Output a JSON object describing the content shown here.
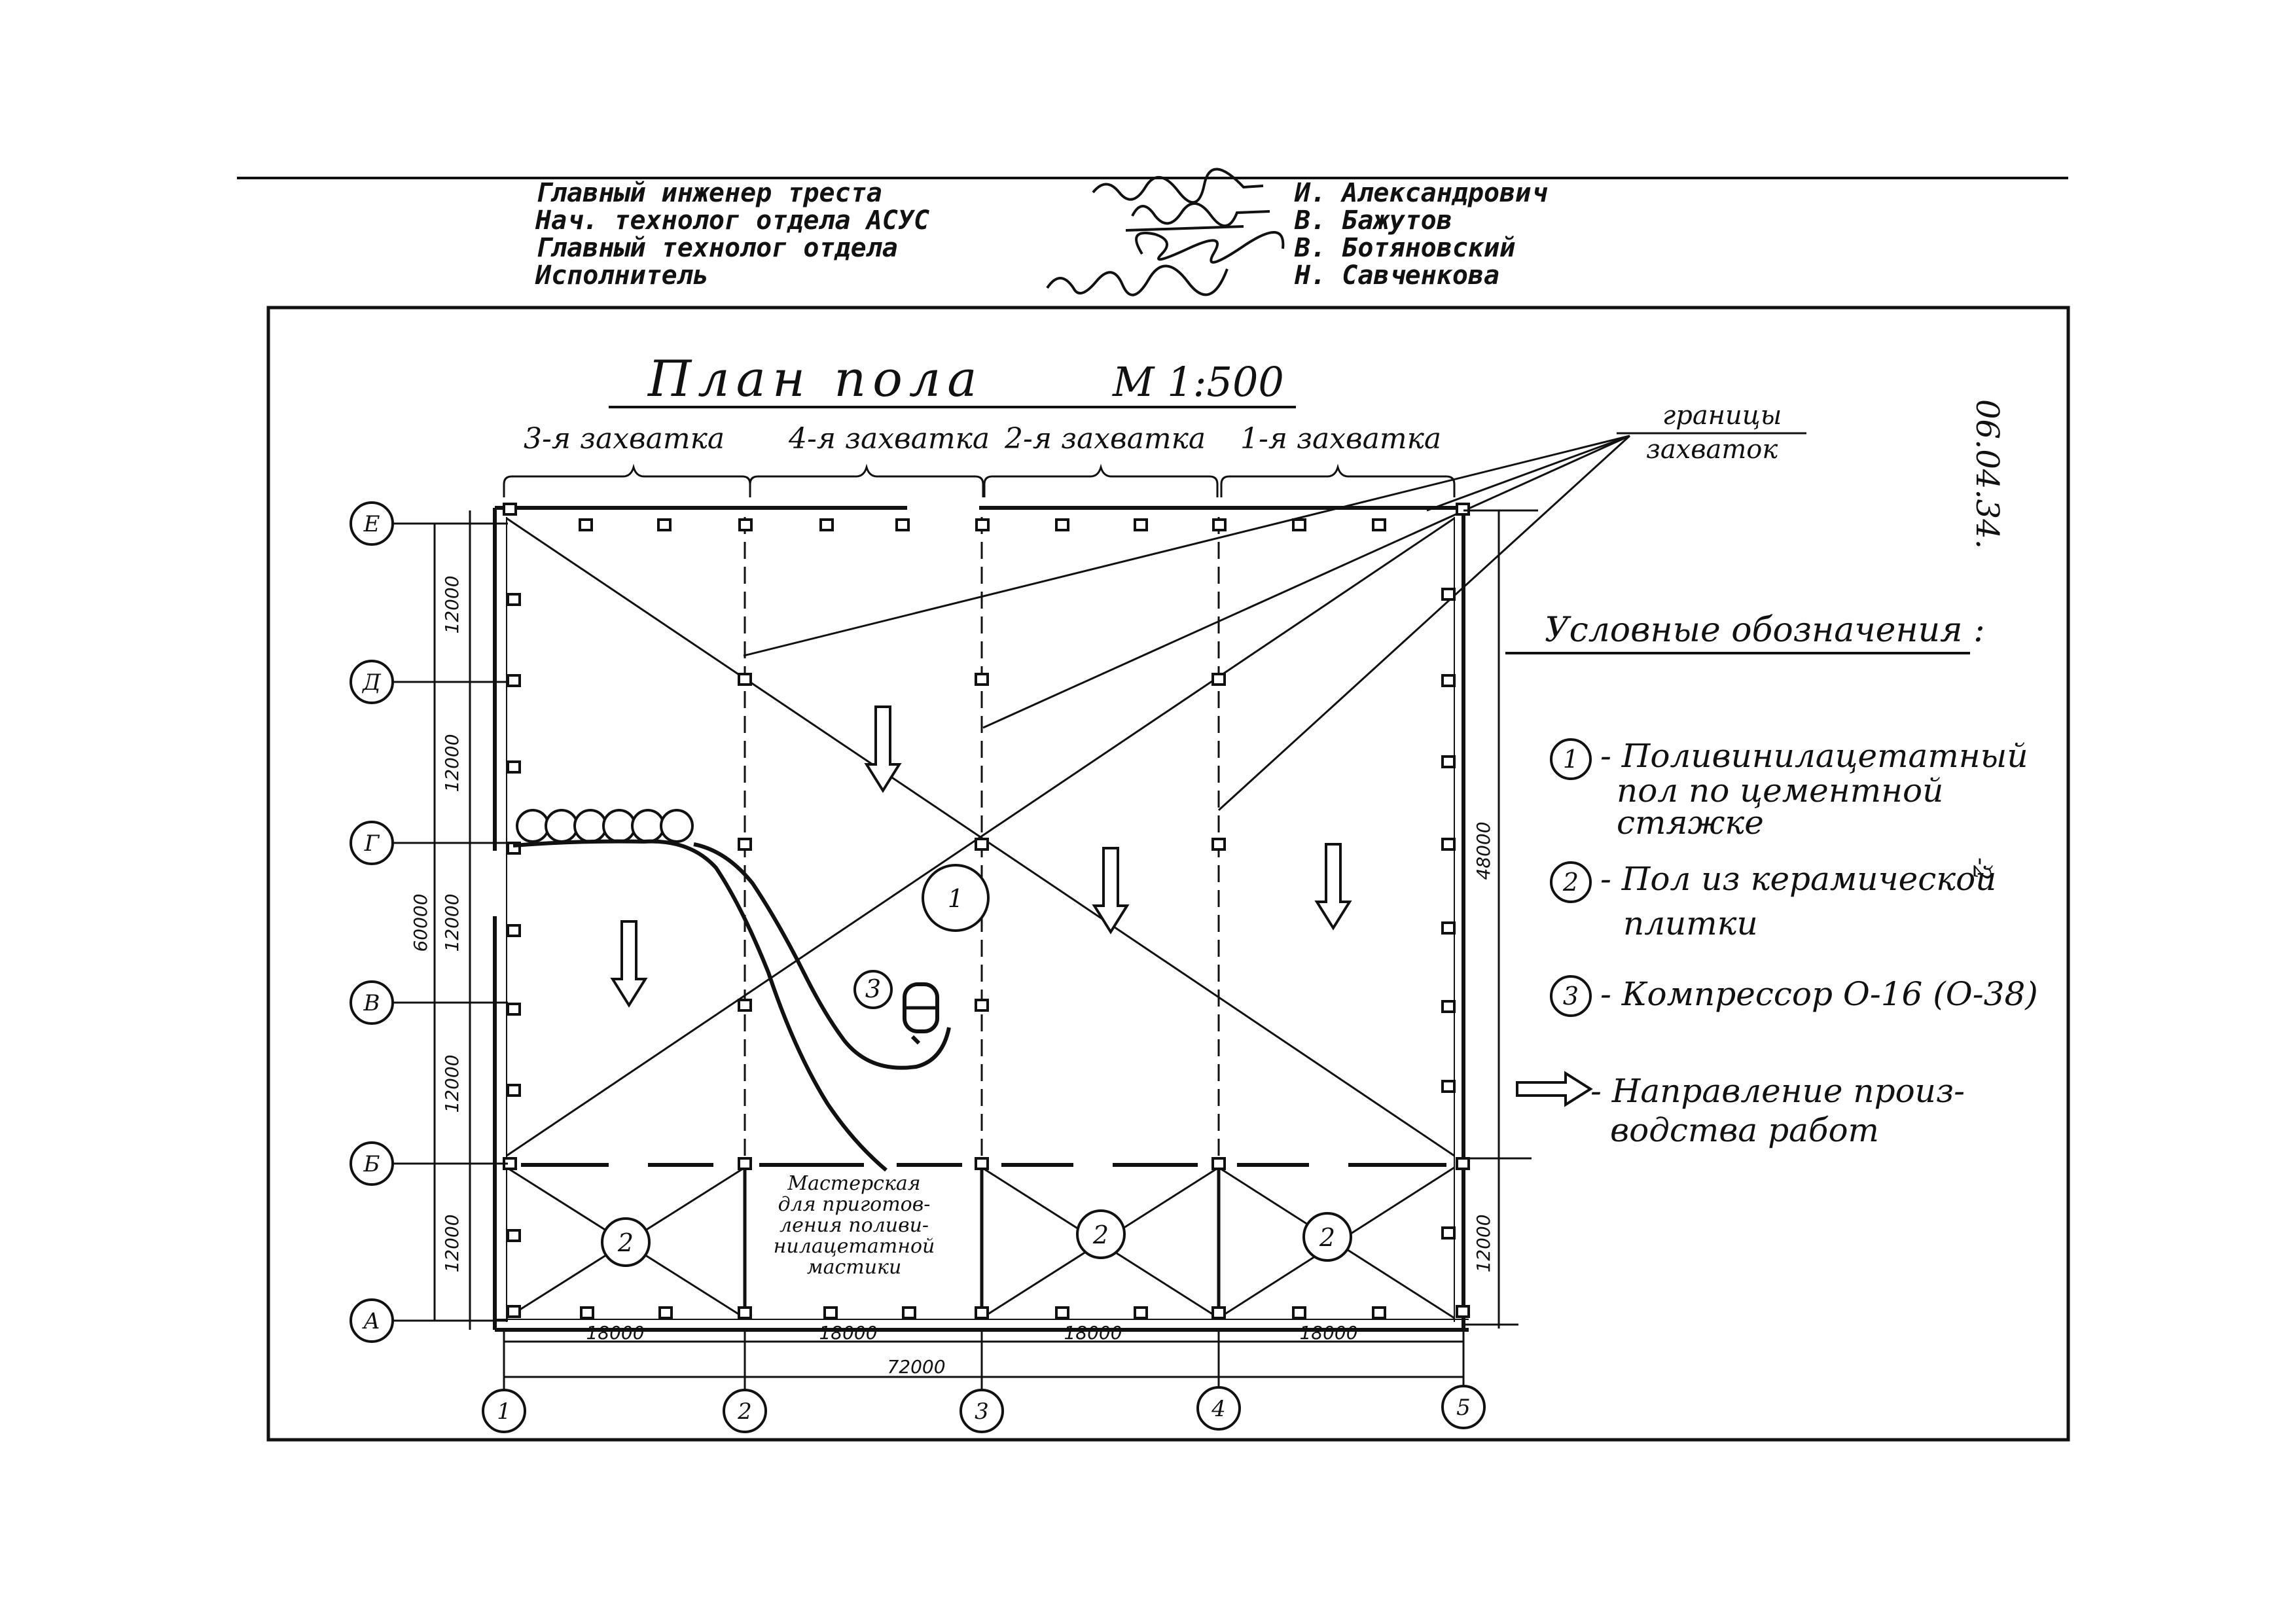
{
  "header": {
    "roles": [
      "Главный инженер треста",
      "Нач. технолог отдела АСУС",
      "Главный технолог отдела",
      "Исполнитель"
    ],
    "names": [
      "И. Александрович",
      "В. Бажутов",
      "В. Ботяновский",
      "Н. Савченкова"
    ]
  },
  "sheet_code": "06.04.34.",
  "page_number": "-2-",
  "plan": {
    "title": "План пола",
    "scale": "М 1:500",
    "zones": [
      "3-я захватка",
      "4-я захватка",
      "2-я захватка",
      "1-я захватка"
    ],
    "zone_boundaries_label": [
      "границы",
      "захваток"
    ],
    "row_axes": [
      "Е",
      "Д",
      "Г",
      "В",
      "Б",
      "А"
    ],
    "column_axes": [
      "1",
      "2",
      "3",
      "4",
      "5"
    ],
    "left_dimensions": [
      "12000",
      "12000",
      "12000",
      "12000",
      "12000"
    ],
    "overall_height": "60000",
    "right_dimensions": [
      "48000",
      "12000"
    ],
    "bottom_dimensions": [
      "18000",
      "18000",
      "18000",
      "18000"
    ],
    "overall_width": "72000",
    "workshop_label": [
      "Мастерская",
      "для приготов-",
      "ления поливи-",
      "нилацетатной",
      "мастики"
    ],
    "markers": [
      "1",
      "2",
      "2",
      "2",
      "3"
    ]
  },
  "legend": {
    "title": "Условные обозначения :",
    "items": [
      {
        "number": "1",
        "lines": [
          "- Поливинилацетатный",
          "пол по цементной",
          "стяжке"
        ]
      },
      {
        "number": "2",
        "lines": [
          "- Пол из керамической",
          "плитки"
        ]
      },
      {
        "number": "3",
        "lines": [
          "- Компрессор О-16 (О-38)"
        ]
      }
    ],
    "direction_lines": [
      "- Направление произ-",
      "водства работ"
    ]
  }
}
